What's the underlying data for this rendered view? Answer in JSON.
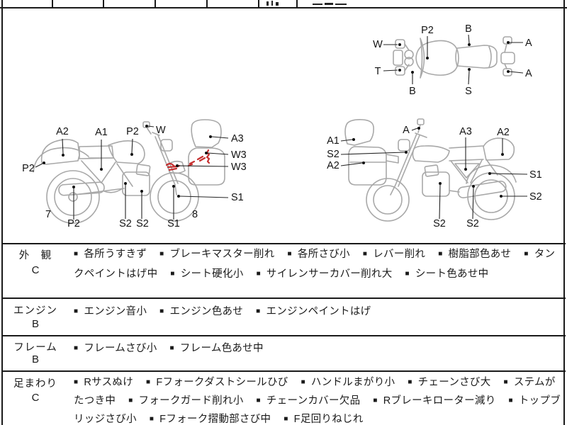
{
  "sheet": {
    "background": "#ffffff",
    "line_color": "#1a1a1a",
    "diagram_stroke": "#a8a8a8",
    "damage_color": "#c63030",
    "label_color": "#141414"
  },
  "diagrams": {
    "top_view": {
      "labels": {
        "w": "W",
        "t": "T",
        "p2": "P2",
        "b_screen": "B",
        "b_seat": "B",
        "s": "S",
        "a_upper": "A",
        "a_lower": "A"
      }
    },
    "left_view": {
      "labels": {
        "a2": "A2",
        "a1": "A1",
        "p2_tank": "P2",
        "w": "W",
        "a3": "A3",
        "w3_upper": "W3",
        "w3_lower": "W3",
        "p2_fender": "P2",
        "num7": "7",
        "p2_muffler": "P2",
        "s2_engine": "S2",
        "s2_lower": "S2",
        "s1_fork": "S1",
        "num8": "8",
        "s1_wheel": "S1"
      }
    },
    "right_view": {
      "labels": {
        "a1": "A1",
        "s2_bar": "S2",
        "a2_cowl": "A2",
        "a_mirror": "A",
        "a3_cover": "A3",
        "a2_tail": "A2",
        "s1_fender": "S1",
        "s2_wheel": "S2",
        "s2_engine": "S2",
        "s2_muffler": "S2"
      }
    }
  },
  "condition_table": {
    "bullet": "■",
    "rows": [
      {
        "category": "外　観",
        "grade": "C",
        "items": [
          "各所うすきず",
          "ブレーキマスター削れ",
          "各所さび小",
          "レバー削れ",
          "樹脂部色あせ",
          "タンクペイントはげ中",
          "シート硬化小",
          "サイレンサーカバー削れ大",
          "シート色あせ中"
        ]
      },
      {
        "category": "エンジン",
        "grade": "B",
        "items": [
          "エンジン音小",
          "エンジン色あせ",
          "エンジンペイントはげ"
        ]
      },
      {
        "category": "フレーム",
        "grade": "B",
        "items": [
          "フレームさび小",
          "フレーム色あせ中"
        ]
      },
      {
        "category": "足まわり",
        "grade": "C",
        "items": [
          "Rサスぬけ",
          "Fフォークダストシールひび",
          "ハンドルまがり小",
          "チェーンさび大",
          "ステムがたつき中",
          "フォークガード削れ小",
          "チェーンカバー欠品",
          "Rブレーキローター減り",
          "トップブリッジさび小",
          "Fフォーク摺動部さび中",
          "F足回りねじれ"
        ]
      }
    ]
  }
}
